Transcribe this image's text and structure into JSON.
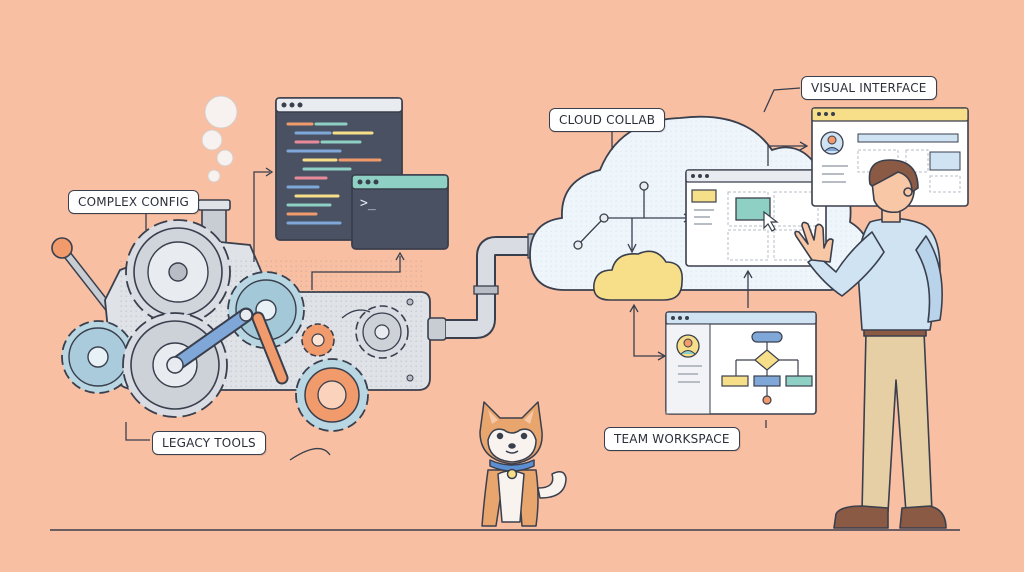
{
  "labels": {
    "complex_config": "COMPLEX CONFIG",
    "legacy_tools": "LEGACY TOOLS",
    "cloud_collab": "CLOUD COLLAB",
    "visual_interface": "VISUAL INTERFACE",
    "team_workspace": "TEAM WORKSPACE"
  },
  "terminal": {
    "prompt": ">_"
  },
  "colors": {
    "background": "#f8bfa2",
    "outline": "#3a3f4d",
    "gear_grey": "#d9dde3",
    "gear_blue": "#b9d6e3",
    "gear_orange": "#f19a6c",
    "accent_blue": "#7fa7d8",
    "accent_teal": "#8fd0c4",
    "accent_yellow": "#f7df8a"
  },
  "icons": [
    "gear-icon",
    "code-window-icon",
    "terminal-icon",
    "cloud-icon",
    "flowchart-icon",
    "avatar-icon",
    "cursor-icon",
    "person-icon",
    "dog-icon",
    "smoke-icon",
    "pipe-icon"
  ]
}
